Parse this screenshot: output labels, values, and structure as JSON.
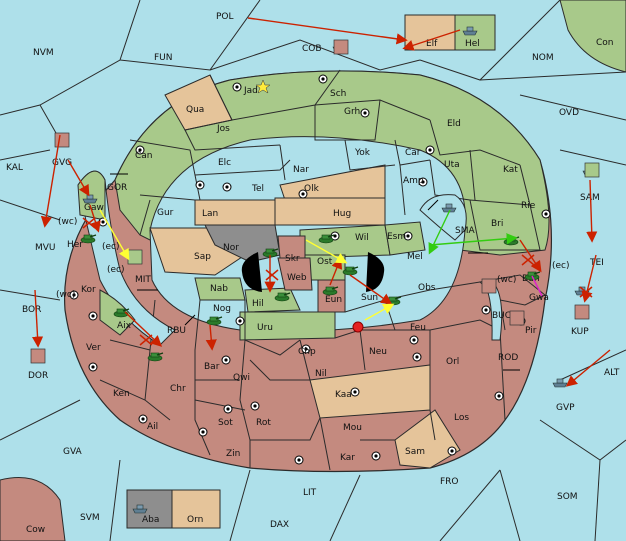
{
  "colors": {
    "sea": "#aee0ea",
    "land_green": "#a8c98a",
    "land_red": "#c48a7f",
    "land_tan": "#e5c49a",
    "land_gray": "#8e8e8e",
    "land_white": "#ffffff",
    "order_red": "#cc2200",
    "order_yellow": "#ffff33",
    "order_green": "#33cc11",
    "order_magenta": "#dd22cc"
  },
  "map": {
    "sea_labels": [
      "POL",
      "NVM",
      "FUN",
      "COB",
      "NOM",
      "Con",
      "OVD",
      "KAL",
      "GVG",
      "GOR",
      "MVU",
      "MIT",
      "BOR",
      "DOR",
      "RBU",
      "BUC",
      "ROD",
      "ALT",
      "SAM",
      "TEI",
      "KUP",
      "GVP",
      "GVA",
      "LIT",
      "FRO",
      "SOM",
      "SVM",
      "DAX",
      "Cow",
      "Aba",
      "Orn",
      "Elf",
      "Hel",
      "SMA",
      "(ec)",
      "(wc)"
    ],
    "provinces": {
      "north": [
        "Jad",
        "Sch",
        "Qua",
        "Jos",
        "Grh",
        "Eld",
        "Can",
        "Elc",
        "Nar",
        "Yok",
        "Car",
        "Uta",
        "Tel",
        "Olk",
        "Amp",
        "Kat",
        "Gur",
        "Lan",
        "Hug",
        "Rie",
        "Esm",
        "Bri"
      ],
      "center": [
        "Nor",
        "Sap",
        "Skr",
        "Wil",
        "Ost",
        "Web",
        "Mel",
        "Nab",
        "Hil",
        "Eun",
        "Sun",
        "Obs",
        "Bun",
        "Gwa",
        "Nog",
        "Uru",
        "Feu"
      ],
      "south": [
        "Gaw",
        "Her",
        "Kor",
        "Aix",
        "Ver",
        "Bar",
        "Qwi",
        "Chp",
        "Neu",
        "Orl",
        "Nil",
        "Pir",
        "Ken",
        "Chr",
        "Kaa",
        "Sot",
        "Rot",
        "Los",
        "Ail",
        "Mou",
        "Zin",
        "Kar",
        "Sam"
      ]
    },
    "coast_markers": [
      "(wc)",
      "(ec)",
      "(wc)",
      "(ec)",
      "(wc)",
      "(ec)"
    ],
    "order_count_label": ""
  }
}
